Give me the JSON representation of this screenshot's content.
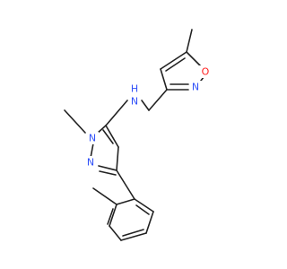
{
  "molecule": {
    "atoms": {
      "isoxazole_o": {
        "label": "O",
        "color": "#ff2020"
      },
      "isoxazole_n": {
        "label": "N",
        "color": "#3050f8"
      },
      "amine_n": {
        "label": "N",
        "color": "#3050f8"
      },
      "amine_h": {
        "label": "H",
        "color": "#3050f8"
      },
      "pyrazole_n1": {
        "label": "N",
        "color": "#3050f8"
      },
      "pyrazole_n2": {
        "label": "N",
        "color": "#3050f8"
      }
    },
    "bond_color": "#222222"
  }
}
